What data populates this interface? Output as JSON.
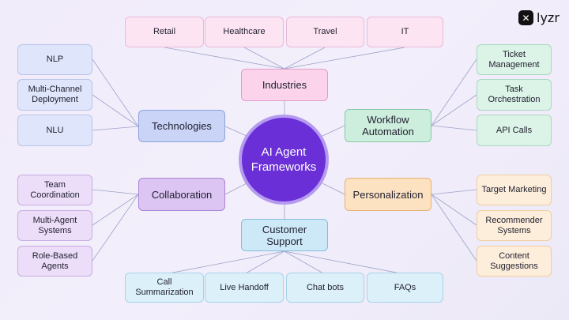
{
  "brand": {
    "name": "lyzr",
    "icon": "lyzr-logo-icon"
  },
  "center": {
    "label": "AI Agent\nFrameworks"
  },
  "categories": {
    "industries": {
      "label": "Industries",
      "items": [
        "Retail",
        "Healthcare",
        "Travel",
        "IT"
      ]
    },
    "technologies": {
      "label": "Technologies",
      "items": [
        "NLP",
        "Multi-Channel Deployment",
        "NLU"
      ]
    },
    "workflow": {
      "label": "Workflow Automation",
      "items": [
        "Ticket Management",
        "Task Orchestration",
        "API Calls"
      ]
    },
    "collaboration": {
      "label": "Collaboration",
      "items": [
        "Team Coordination",
        "Multi-Agent Systems",
        "Role-Based Agents"
      ]
    },
    "personalization": {
      "label": "Personalization",
      "items": [
        "Target Marketing",
        "Recommender Systems",
        "Content Suggestions"
      ]
    },
    "support": {
      "label": "Customer Support",
      "items": [
        "Call Summarization",
        "Live Handoff",
        "Chat bots",
        "FAQs"
      ]
    }
  },
  "colors": {
    "center_fill": "#6a2fd6",
    "industries": "#fbd4ec",
    "technologies": "#c9d4f6",
    "workflow": "#cdeedd",
    "collaboration": "#dcc4f3",
    "personalization": "#fde2c2",
    "support": "#cde9f8"
  }
}
